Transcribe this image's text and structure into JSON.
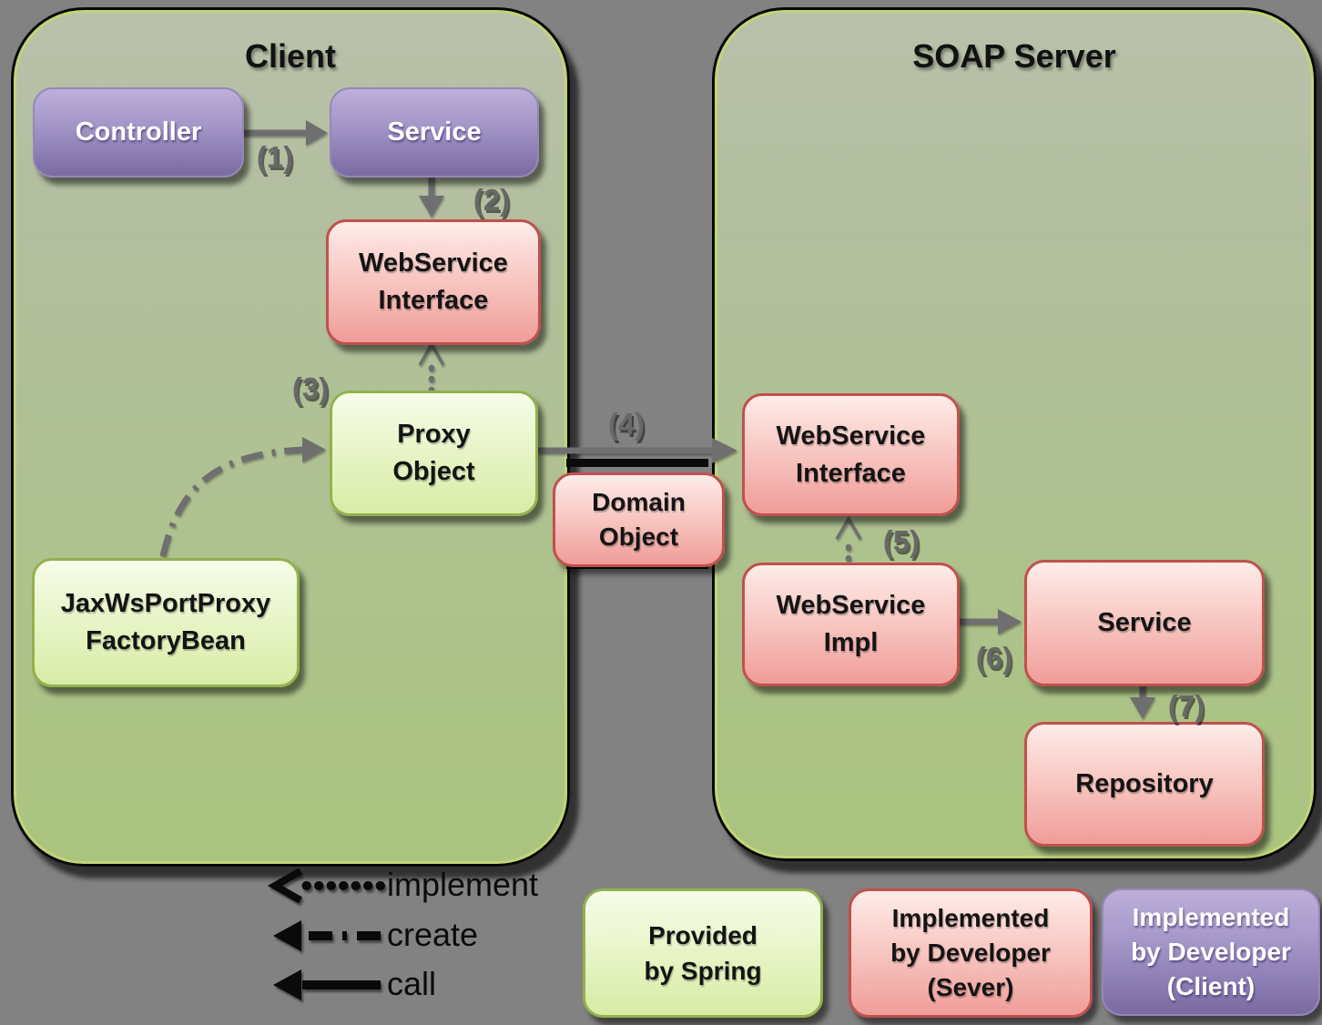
{
  "panels": {
    "client": {
      "title": "Client"
    },
    "server": {
      "title": "SOAP Server"
    }
  },
  "nodes": {
    "controller": {
      "label": "Controller"
    },
    "client_service": {
      "label": "Service"
    },
    "client_ws_interface": {
      "lines": [
        "WebService",
        "Interface"
      ]
    },
    "proxy_object": {
      "lines": [
        "Proxy",
        "Object"
      ]
    },
    "jaxws_port_proxy_factory_bean": {
      "lines": [
        "JaxWsPortProxy",
        "FactoryBean"
      ]
    },
    "domain_object": {
      "lines": [
        "Domain",
        "Object"
      ]
    },
    "server_ws_interface": {
      "lines": [
        "WebService",
        "Interface"
      ]
    },
    "server_ws_impl": {
      "lines": [
        "WebService",
        "Impl"
      ]
    },
    "server_service": {
      "label": "Service"
    },
    "repository": {
      "label": "Repository"
    }
  },
  "arrow_labels": {
    "a1": "(1)",
    "a2": "(2)",
    "a3": "(3)",
    "a4": "(4)",
    "a5": "(5)",
    "a6": "(6)",
    "a7": "(7)"
  },
  "legend": {
    "arrows": [
      {
        "style": "dotted",
        "label": "implement"
      },
      {
        "style": "dash-dot",
        "label": "create"
      },
      {
        "style": "solid",
        "label": "call"
      }
    ],
    "boxes": [
      {
        "style": "green",
        "lines": [
          "Provided",
          "by Spring",
          ""
        ]
      },
      {
        "style": "pink",
        "lines": [
          "Implemented",
          "by Developer",
          "(Sever)"
        ]
      },
      {
        "style": "purple",
        "lines": [
          "Implemented",
          "by Developer",
          "(Client)"
        ]
      }
    ]
  },
  "colors": {
    "background": "#828282",
    "panel_green": "#aac47f",
    "purple_box": "#9284ba",
    "pink_box": "#f09d99",
    "pink_border": "#c0504d",
    "green_box": "#d8eca6",
    "green_border": "#93b14c",
    "arrow_gray": "#6f6f6f",
    "arrow_black": "#0a0a0a"
  }
}
